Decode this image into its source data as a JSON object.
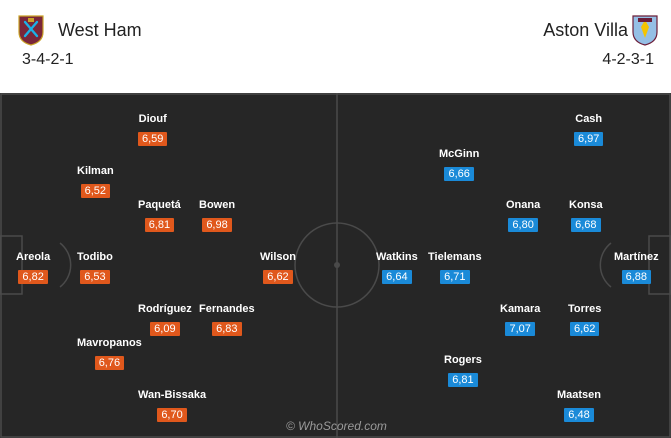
{
  "home": {
    "name": "West Ham",
    "formation": "3-4-2-1",
    "crest_icon": "west-ham-crest-icon",
    "rating_color": "#e0581c"
  },
  "away": {
    "name": "Aston Villa",
    "formation": "4-2-3-1",
    "crest_icon": "aston-villa-crest-icon",
    "rating_color": "#1a8ad8"
  },
  "players": {
    "home": [
      {
        "name": "Areola",
        "rating": "6,82"
      },
      {
        "name": "Kilman",
        "rating": "6,52"
      },
      {
        "name": "Todibo",
        "rating": "6,53"
      },
      {
        "name": "Mavropanos",
        "rating": "6,76"
      },
      {
        "name": "Diouf",
        "rating": "6,59"
      },
      {
        "name": "Paquetá",
        "rating": "6,81"
      },
      {
        "name": "Rodríguez",
        "rating": "6,09"
      },
      {
        "name": "Wan-Bissaka",
        "rating": "6,70"
      },
      {
        "name": "Bowen",
        "rating": "6,98"
      },
      {
        "name": "Fernandes",
        "rating": "6,83"
      },
      {
        "name": "Wilson",
        "rating": "6,62"
      }
    ],
    "away": [
      {
        "name": "Martínez",
        "rating": "6,88"
      },
      {
        "name": "Cash",
        "rating": "6,97"
      },
      {
        "name": "Konsa",
        "rating": "6,68"
      },
      {
        "name": "Torres",
        "rating": "6,62"
      },
      {
        "name": "Maatsen",
        "rating": "6,48"
      },
      {
        "name": "Onana",
        "rating": "6,80"
      },
      {
        "name": "Kamara",
        "rating": "7,07"
      },
      {
        "name": "McGinn",
        "rating": "6,66"
      },
      {
        "name": "Tielemans",
        "rating": "6,71"
      },
      {
        "name": "Rogers",
        "rating": "6,81"
      },
      {
        "name": "Watkins",
        "rating": "6,64"
      }
    ]
  },
  "watermark": "© WhoScored.com",
  "colors": {
    "pitch": "#262626",
    "lines": "#4a4a4a"
  }
}
